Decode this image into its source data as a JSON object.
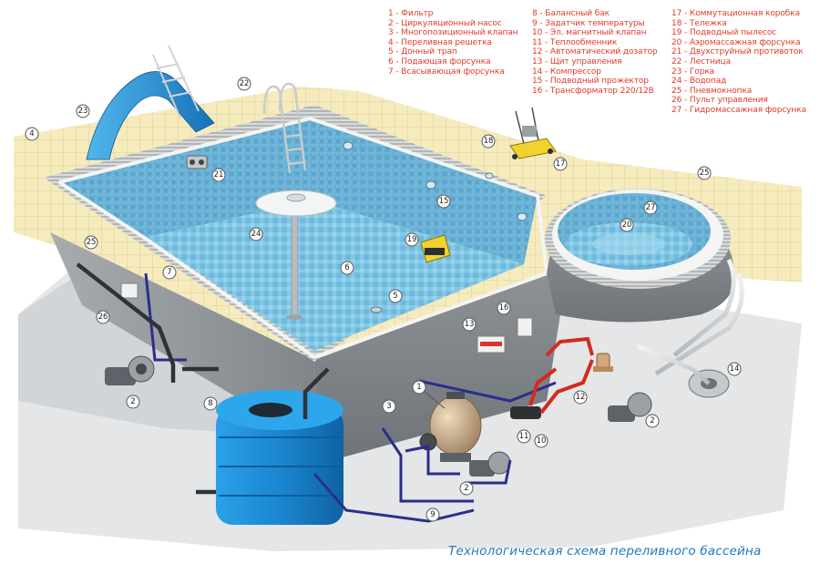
{
  "legend": {
    "col1": [
      "1 - Фильтр",
      "2 - Циркуляционный насос",
      "3 - Многопозиционный клапан",
      "4 - Переливная решетка",
      "5 - Донный трап",
      "6 - Подающая форсунка",
      "7 - Всасывающая форсунка"
    ],
    "col2": [
      "8 - Балансный бак",
      "9 - Задатчик температуры",
      "10 - Эл. магнитный клапан",
      "11 - Теплообменник",
      "12 - Автоматический дозатор",
      "13 - Щит управления",
      "14 - Компрессор",
      "15 - Подводный прожектор",
      "16 - Трансформатор 220/12В"
    ],
    "col3": [
      "17 - Коммутационная коробка",
      "18 - Тележка",
      "19 - Подводный пылесос",
      "20 - Аэромассажная форсунка",
      "21 - Двухструйный противоток",
      "22 - Лестница",
      "23 - Горка",
      "24 - Водопад",
      "25 - Пневмокнопка",
      "26 - Пульт управления",
      "27 - Гидромассажная форсунка"
    ]
  },
  "callouts": [
    "1",
    "2",
    "2",
    "2",
    "3",
    "4",
    "5",
    "6",
    "7",
    "8",
    "9",
    "10",
    "11",
    "12",
    "13",
    "14",
    "15",
    "16",
    "17",
    "18",
    "19",
    "20",
    "21",
    "22",
    "23",
    "24",
    "25",
    "25",
    "26",
    "27"
  ],
  "caption": "Технологическая схема переливного бассейна",
  "colors": {
    "legend_text": "#e0392a",
    "caption_text": "#1e78bf",
    "pool_water": "#7fc6e6",
    "pipe_supply": "#2a2f8c",
    "pipe_hot": "#d42a1e",
    "balance_tank": "#1f8fd6"
  }
}
